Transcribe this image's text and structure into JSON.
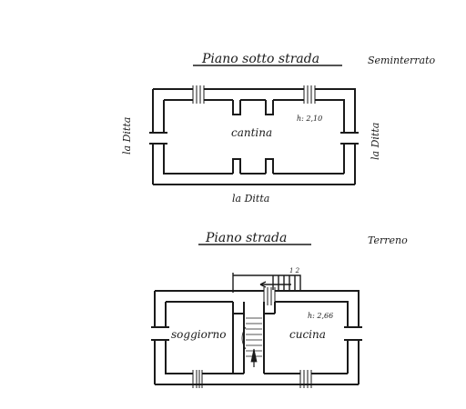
{
  "basement": {
    "title": "Piano sotto strada",
    "level_note": "Seminterrato",
    "room": "cantina",
    "height": "h: 2,10",
    "neighbor_left": "la Ditta",
    "neighbor_right": "la Ditta",
    "neighbor_bottom": "la Ditta"
  },
  "ground": {
    "title": "Piano strada",
    "level_note": "Terreno",
    "room_left": "soggiorno",
    "room_right": "cucina",
    "height": "h: 2,66",
    "stair_label": "1 2"
  },
  "colors": {
    "ink": "#1a1a1a",
    "wall": "#ffffff",
    "paper": "#ffffff"
  }
}
